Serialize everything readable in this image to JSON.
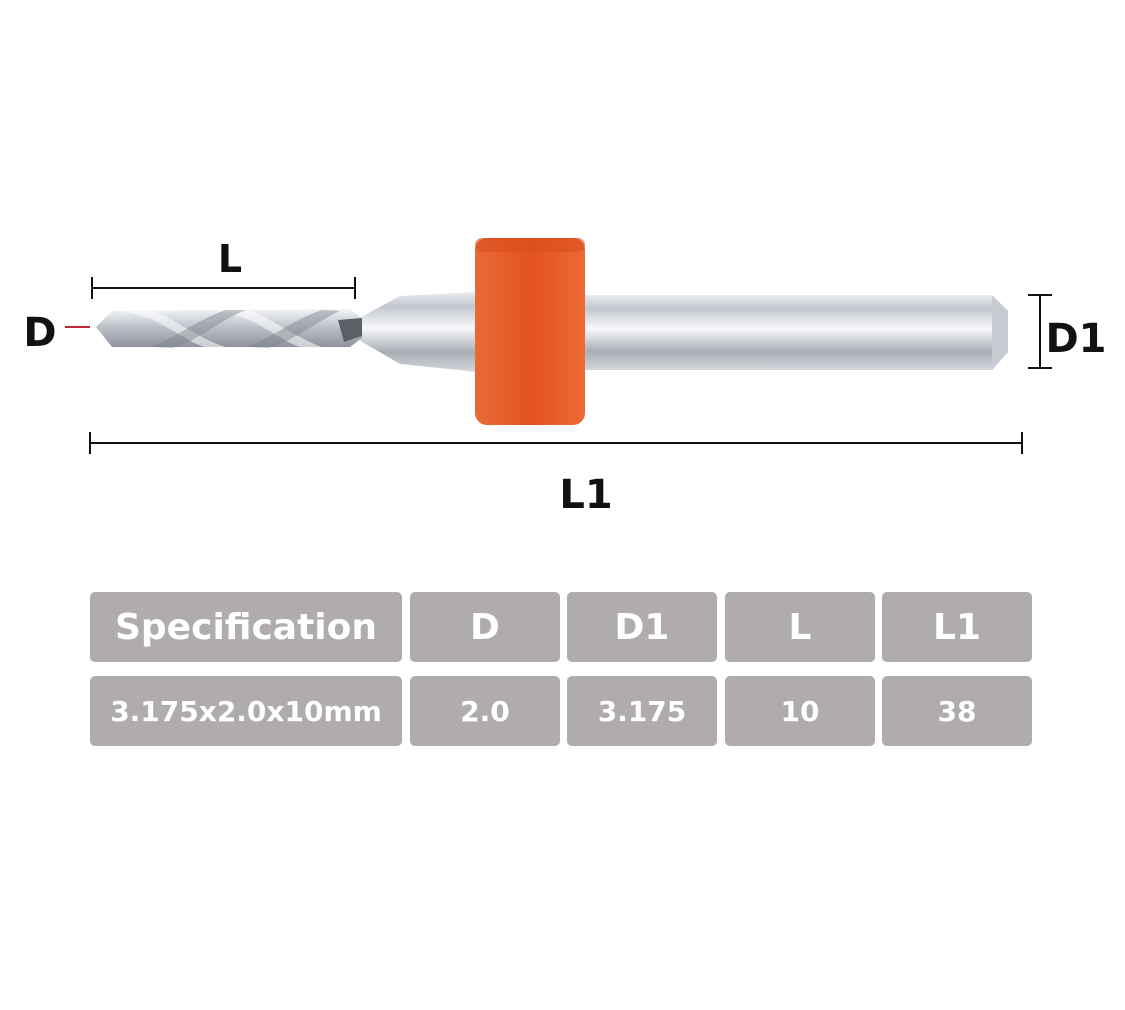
{
  "diagram": {
    "labels": {
      "flute_length": "L",
      "tip_diameter": "D",
      "shank_diameter": "D1",
      "overall_length": "L1"
    },
    "colors": {
      "collar": "#ea5e2a",
      "dimension_lines": "#111111",
      "tip_marker": "#c0283a",
      "table_cell": "#b1acac"
    }
  },
  "spec_table": {
    "headers": [
      "Specification",
      "D",
      "D1",
      "L",
      "L1"
    ],
    "rows": [
      [
        "3.175x2.0x10mm",
        "2.0",
        "3.175",
        "10",
        "38"
      ]
    ]
  }
}
